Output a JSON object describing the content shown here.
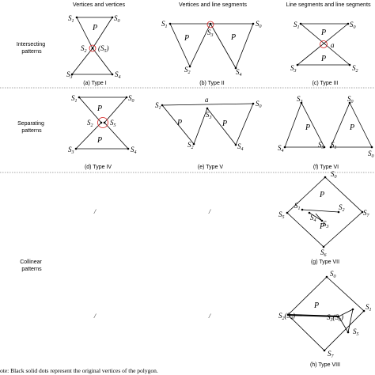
{
  "headers": {
    "col1": "Vertices and vertices",
    "col2": "Vertices and line segments",
    "col3": "Line segments and line segments"
  },
  "row_labels": {
    "intersecting": [
      "Intersecting",
      "patterns"
    ],
    "separating": [
      "Separating",
      "patterns"
    ],
    "collinear": [
      "Collinear",
      "patterns"
    ]
  },
  "captions": {
    "type1": "(a) Type I",
    "type2": "(b) Type II",
    "type3": "(c) Type III",
    "type4": "(d) Type IV",
    "type5": "(e) Type V",
    "type6": "(f) Type VI",
    "type7": "(g) Type VII",
    "type8": "(h) Type VIII"
  },
  "empty_marker": "/",
  "polygon_label": "P",
  "intersection_label": "a",
  "vertex_letter": "S",
  "note": "ote: Black solid dots represent the original vertices of the polygon.",
  "colors": {
    "line": "#000000",
    "highlight": "#d62020",
    "separator": "#888888"
  }
}
